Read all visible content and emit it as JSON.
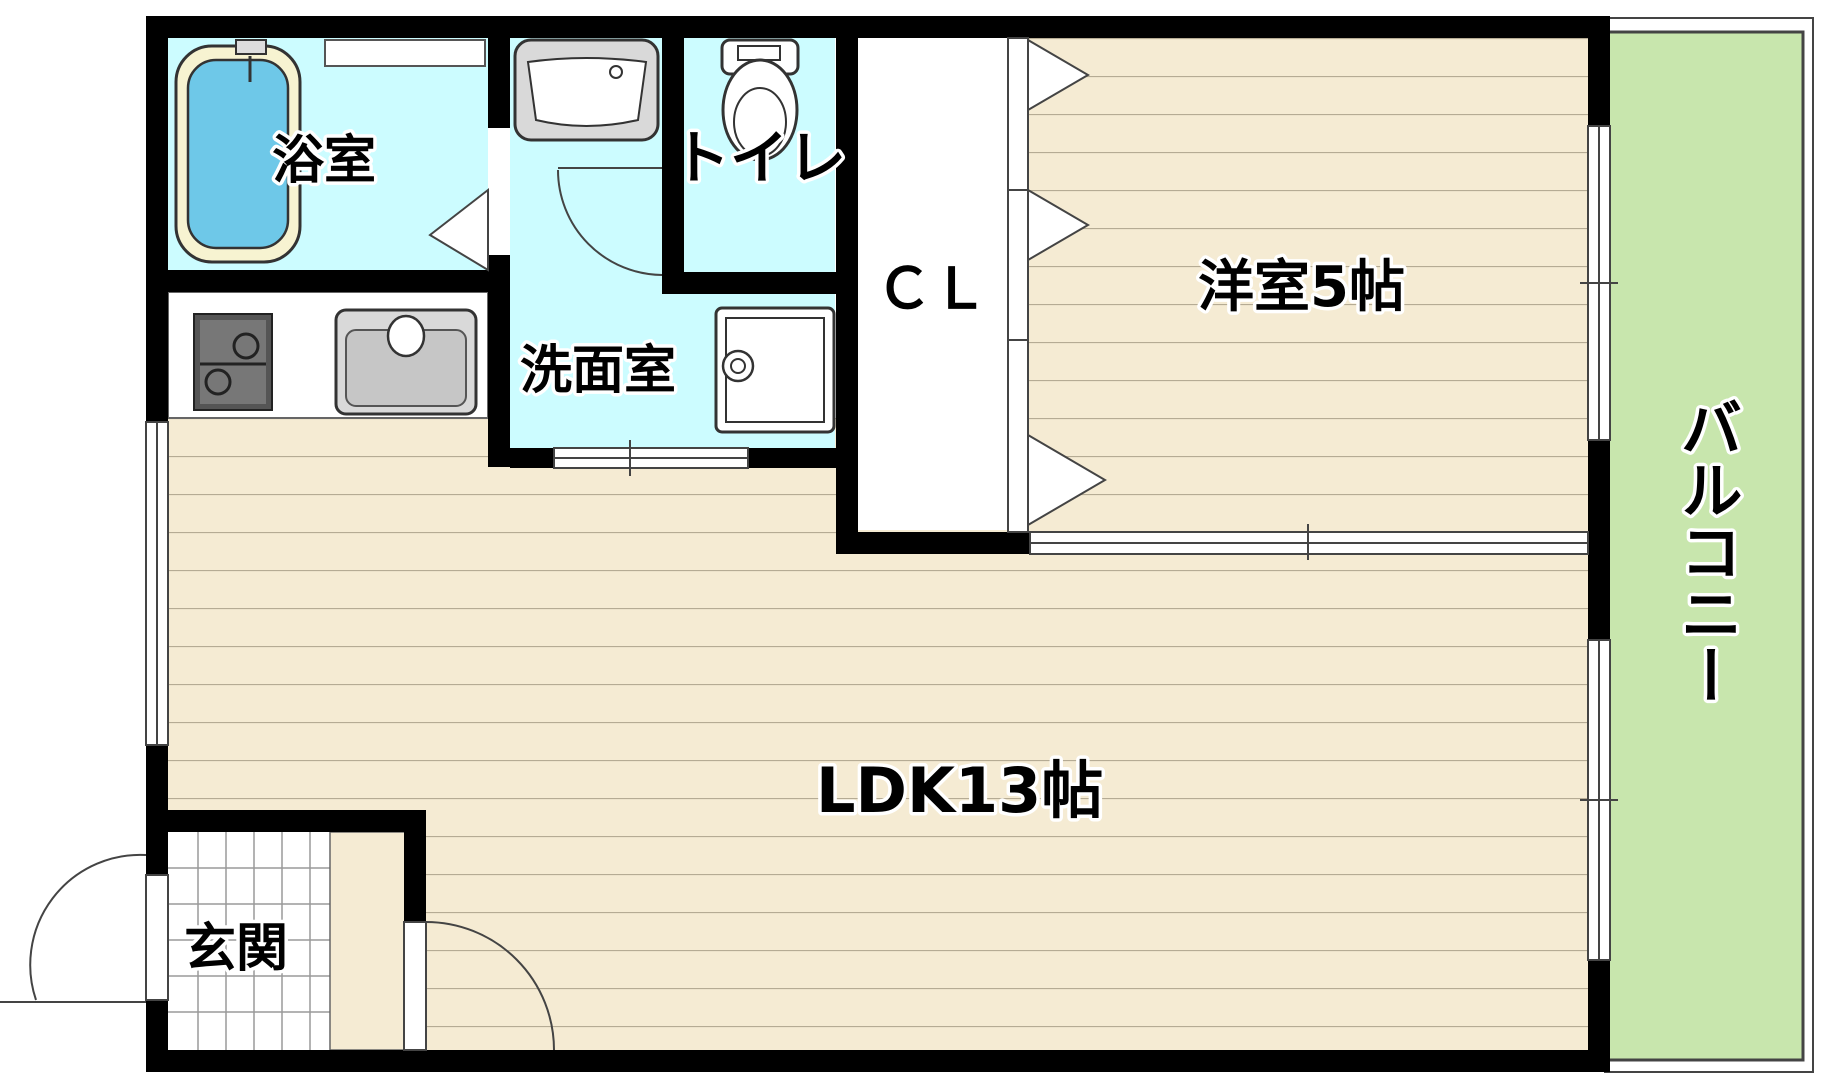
{
  "floor_plan": {
    "rooms": {
      "bathroom": "浴室",
      "toilet": "トイレ",
      "washroom": "洗面室",
      "closet": "ＣＬ",
      "western_room": "洋室5帖",
      "ldk": "LDK13帖",
      "entrance": "玄関",
      "balcony": "バルコニー"
    },
    "colors": {
      "wall": "#000000",
      "wet_area": "#ccfcff",
      "wood_floor": "#f5ebd3",
      "floor_line": "#b5ab94",
      "balcony": "#c8e6ad",
      "fixture": "#d9d9d9",
      "tile": "#ffffff"
    }
  }
}
